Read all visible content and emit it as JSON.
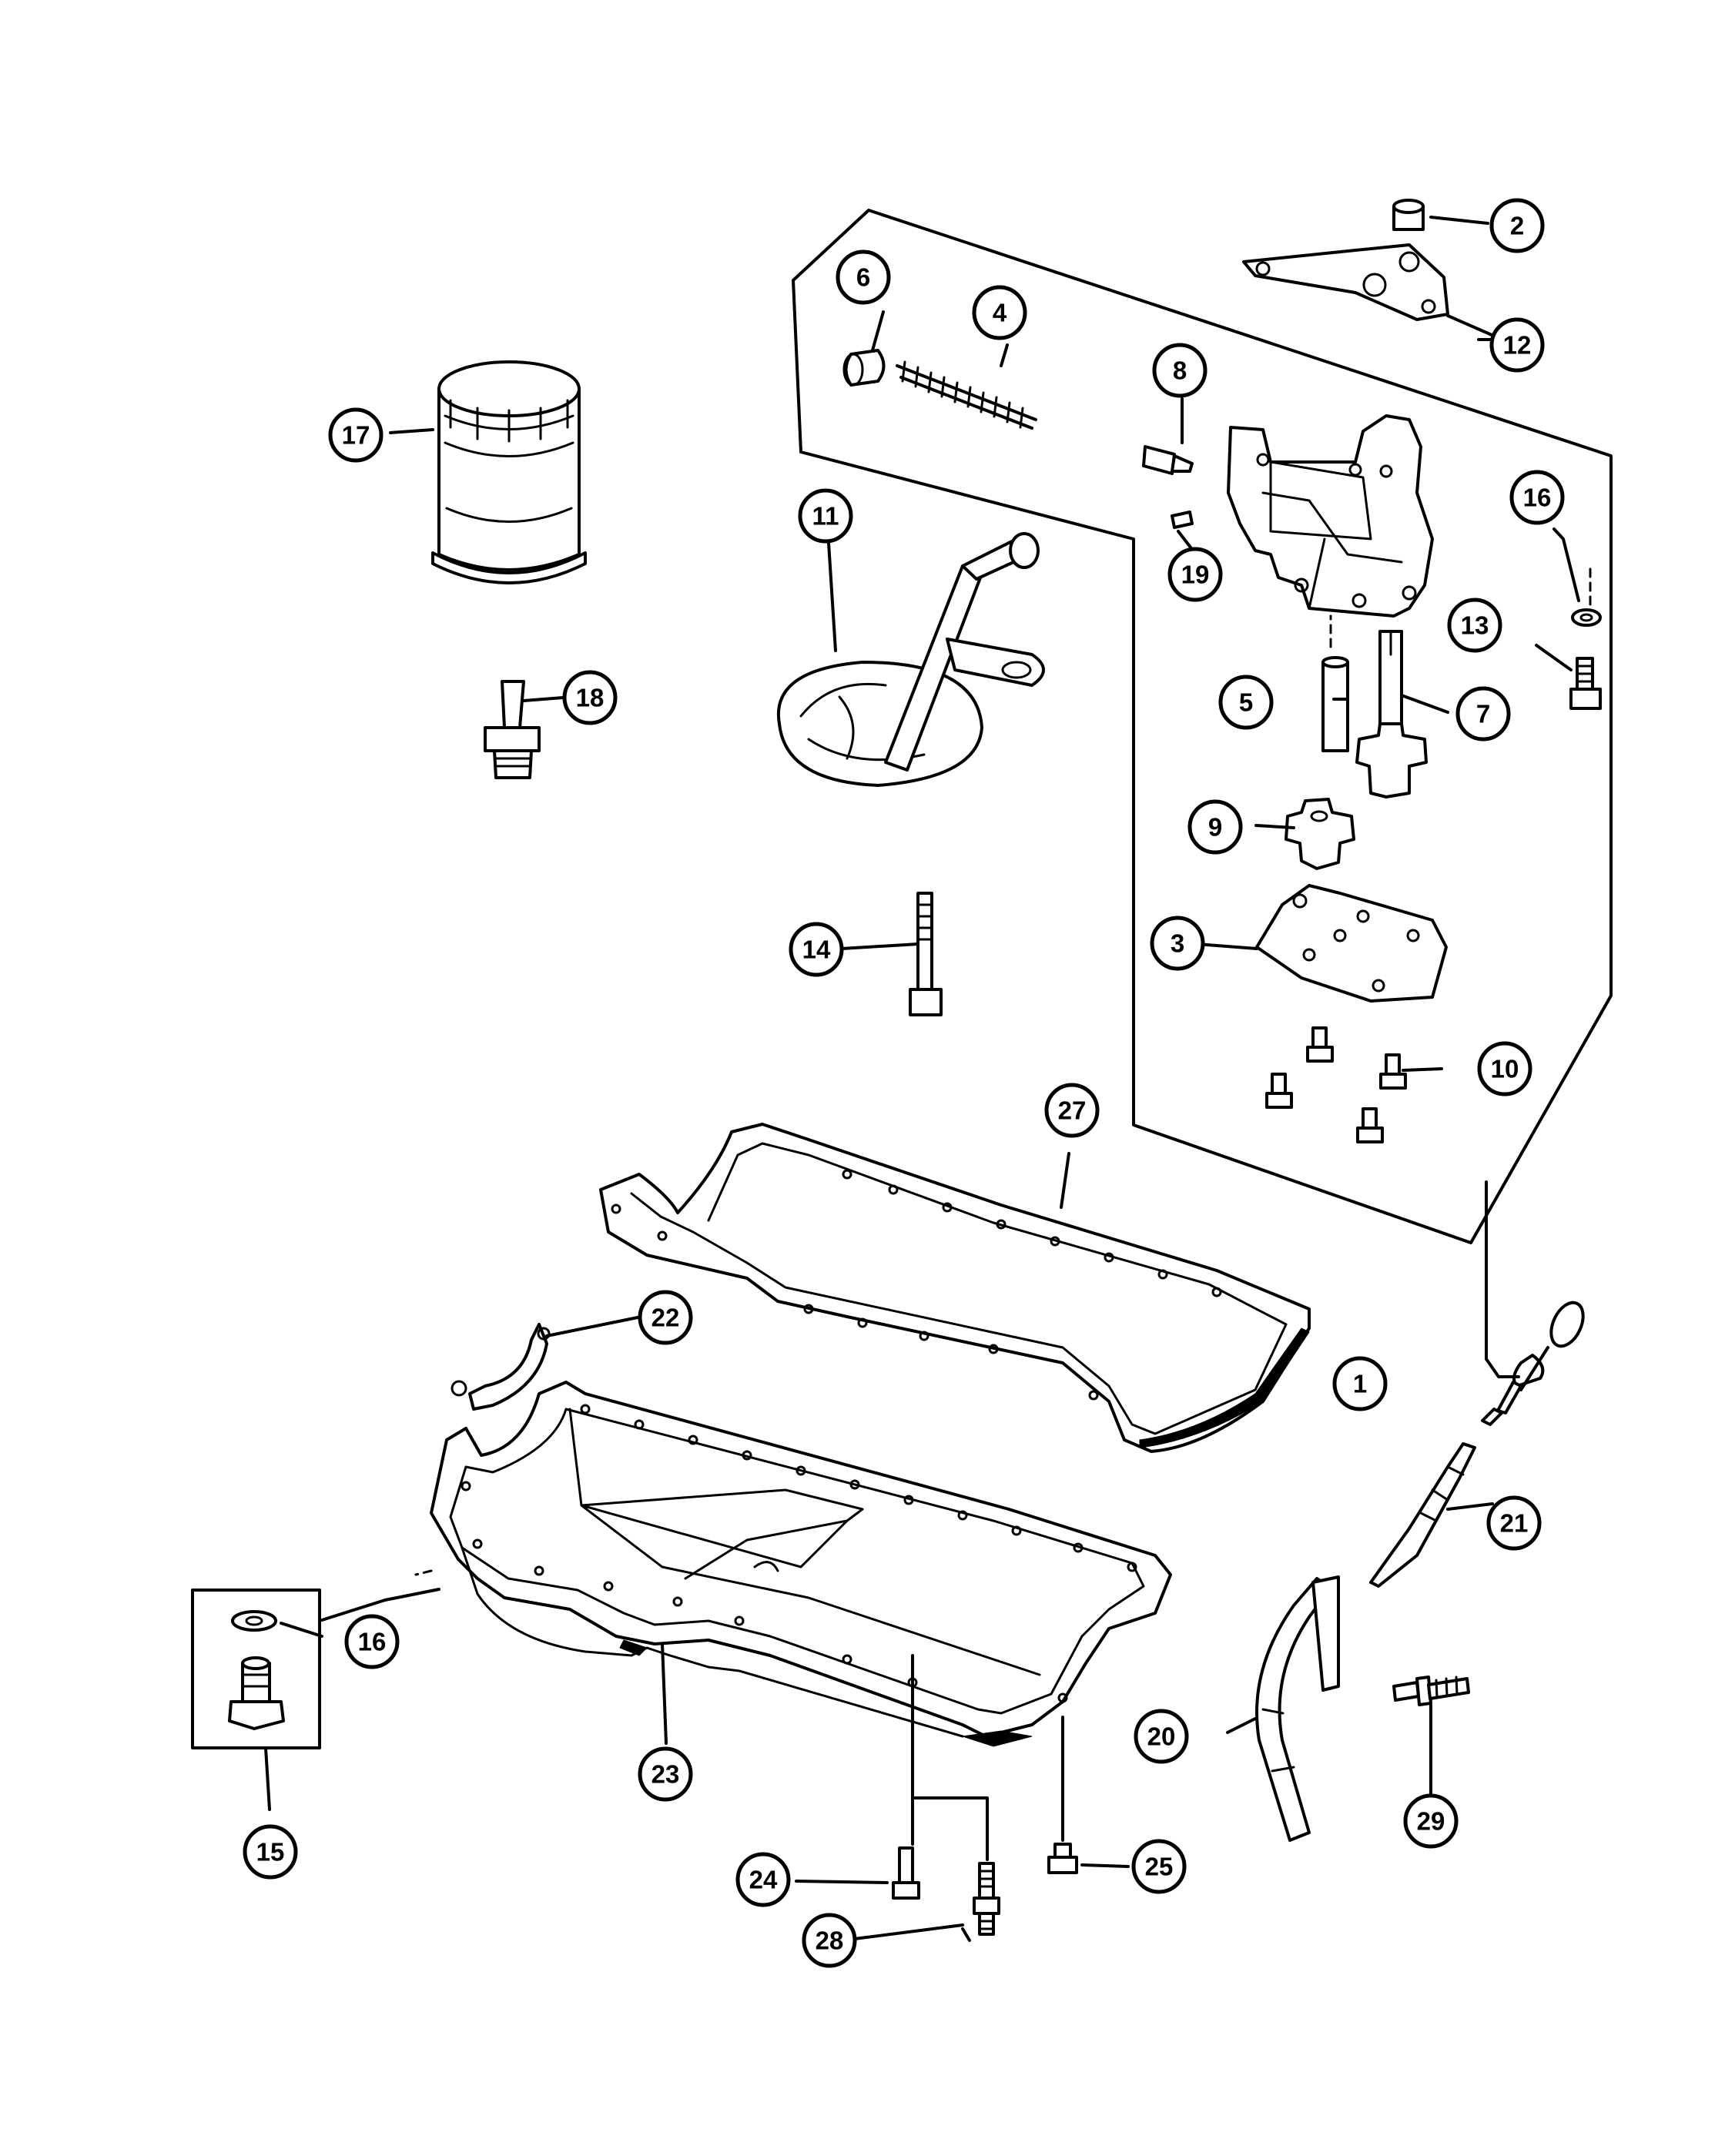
{
  "callouts": [
    {
      "id": "c1",
      "label": "1"
    },
    {
      "id": "c2",
      "label": "2"
    },
    {
      "id": "c3",
      "label": "3"
    },
    {
      "id": "c4",
      "label": "4"
    },
    {
      "id": "c5",
      "label": "5"
    },
    {
      "id": "c6",
      "label": "6"
    },
    {
      "id": "c7",
      "label": "7"
    },
    {
      "id": "c8",
      "label": "8"
    },
    {
      "id": "c9",
      "label": "9"
    },
    {
      "id": "c10",
      "label": "10"
    },
    {
      "id": "c11",
      "label": "11"
    },
    {
      "id": "c12",
      "label": "12"
    },
    {
      "id": "c13",
      "label": "13"
    },
    {
      "id": "c14",
      "label": "14"
    },
    {
      "id": "c15",
      "label": "15"
    },
    {
      "id": "c16a",
      "label": "16"
    },
    {
      "id": "c16b",
      "label": "16"
    },
    {
      "id": "c17",
      "label": "17"
    },
    {
      "id": "c18",
      "label": "18"
    },
    {
      "id": "c19",
      "label": "19"
    },
    {
      "id": "c20",
      "label": "20"
    },
    {
      "id": "c21",
      "label": "21"
    },
    {
      "id": "c22",
      "label": "22"
    },
    {
      "id": "c23",
      "label": "23"
    },
    {
      "id": "c24",
      "label": "24"
    },
    {
      "id": "c25",
      "label": "25"
    },
    {
      "id": "c27",
      "label": "27"
    },
    {
      "id": "c28",
      "label": "28"
    },
    {
      "id": "c29",
      "label": "29"
    }
  ]
}
